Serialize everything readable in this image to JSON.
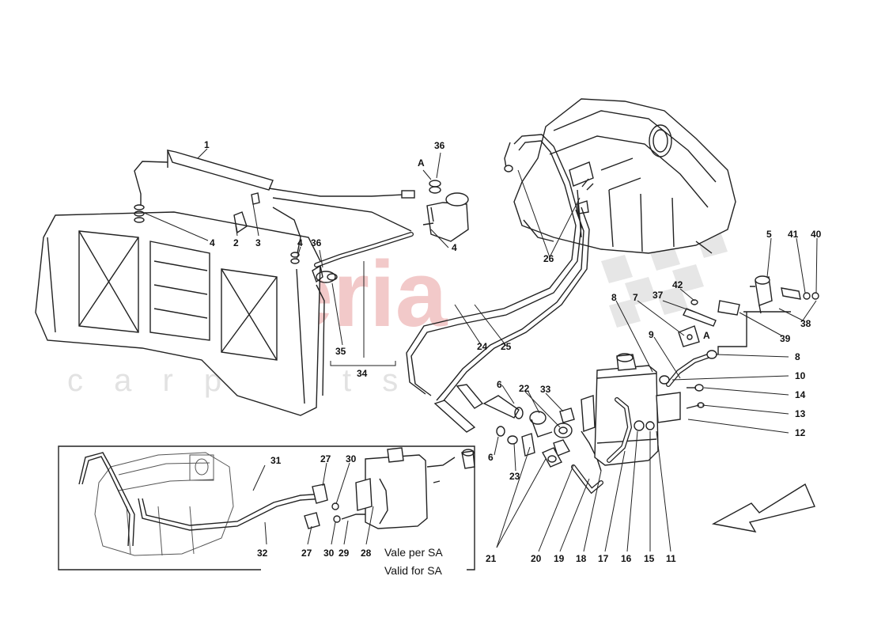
{
  "watermark": {
    "brand": "scuderia",
    "sub": "c a r p a r t s"
  },
  "inset": {
    "note_it": "Vale per SA",
    "note_en": "Valid for SA"
  },
  "callouts": {
    "c1": "1",
    "c2": "2",
    "c3": "3",
    "c4a": "4",
    "c4b": "4",
    "c4c": "4",
    "c5": "5",
    "c6a": "6",
    "c6b": "6",
    "c7": "7",
    "c8a": "8",
    "c8b": "8",
    "c9": "9",
    "c10": "10",
    "c11": "11",
    "c12": "12",
    "c13": "13",
    "c14": "14",
    "c15": "15",
    "c16": "16",
    "c17": "17",
    "c18": "18",
    "c19": "19",
    "c20": "20",
    "c21": "21",
    "c22": "22",
    "c23": "23",
    "c24": "24",
    "c25": "25",
    "c26": "26",
    "c27a": "27",
    "c27b": "27",
    "c28": "28",
    "c29": "29",
    "c30a": "30",
    "c30b": "30",
    "c31": "31",
    "c32": "32",
    "c33": "33",
    "c34": "34",
    "c35": "35",
    "c36a": "36",
    "c36b": "36",
    "c37": "37",
    "c38": "38",
    "c39": "39",
    "c40": "40",
    "c41": "41",
    "c42": "42",
    "cA1": "A",
    "cA2": "A"
  }
}
